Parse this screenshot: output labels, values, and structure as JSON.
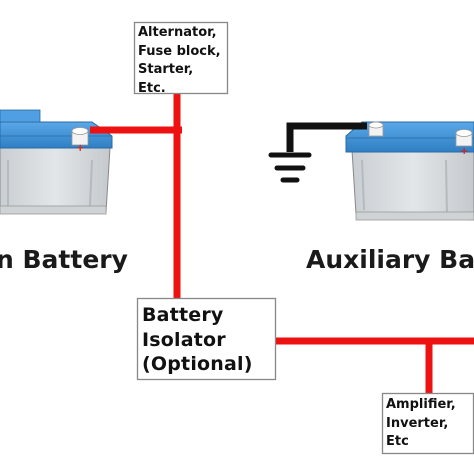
{
  "main_battery_label": "n Battery",
  "aux_battery_label": "Auxiliary Ba",
  "top_box": {
    "lines": [
      "Alternator,",
      "Fuse block,",
      "Starter,",
      "Etc."
    ]
  },
  "isolator_box": {
    "lines": [
      "Battery",
      "Isolator",
      "(Optional)"
    ]
  },
  "bottom_box": {
    "lines": [
      "Amplifier,",
      "Inverter,",
      "Etc"
    ]
  },
  "colors": {
    "wire_positive": "#ee1111",
    "wire_ground": "#111111",
    "battery_lid": "#3a8fd6",
    "battery_body": "#d8dcdf",
    "terminal_positive_mark": "#d42020"
  }
}
